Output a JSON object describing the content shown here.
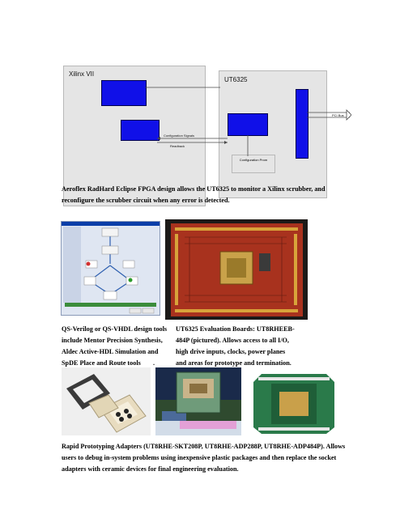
{
  "diagram": {
    "xilinx_title": "Xilinx VII",
    "ut_title": "UT6325",
    "pci_bus": "PCI Bus",
    "config_prom": "Configuration Prom",
    "config_signals": "Configuration Signals",
    "readback": "Readback",
    "colors": {
      "block": "#1010e8",
      "panel": "#e5e5e5",
      "line": "#4a4a4a"
    }
  },
  "captions": {
    "fpga_design_line1": "Aeroflex RadHard Eclipse FPGA design allows the UT6325 to monitor a Xilinx scrubber, and",
    "fpga_design_line2": "reconfigure the scrubber circuit when any error is detected.",
    "tools_line1": "QS-Verilog or QS-VHDL design tools",
    "tools_line2": "include Mentor Precision Synthesis,",
    "tools_line3": "Aldec Active-HDL Simulation and",
    "tools_line4": "SpDE Place and Route tools",
    "tools_line4_tail": ".",
    "boards_line1": "UT6325 Evaluation Boards: UT8RHEEB-",
    "boards_line2": "484P (pictured). Allows access to all I/O,",
    "boards_line3": "high drive inputs, clocks, power planes",
    "boards_line4": "and areas for prototype and termination.",
    "adapters_line1": "Rapid Prototyping Adapters (UT8RHE-SKT208P, UT8RHE-ADP288P, UT8RHE-ADP484P). Allows",
    "adapters_line2": "users to debug in-system problems using inexpensive plastic packages and then replace the socket",
    "adapters_line3": "adapters with ceramic devices for final engineering evaluation."
  }
}
